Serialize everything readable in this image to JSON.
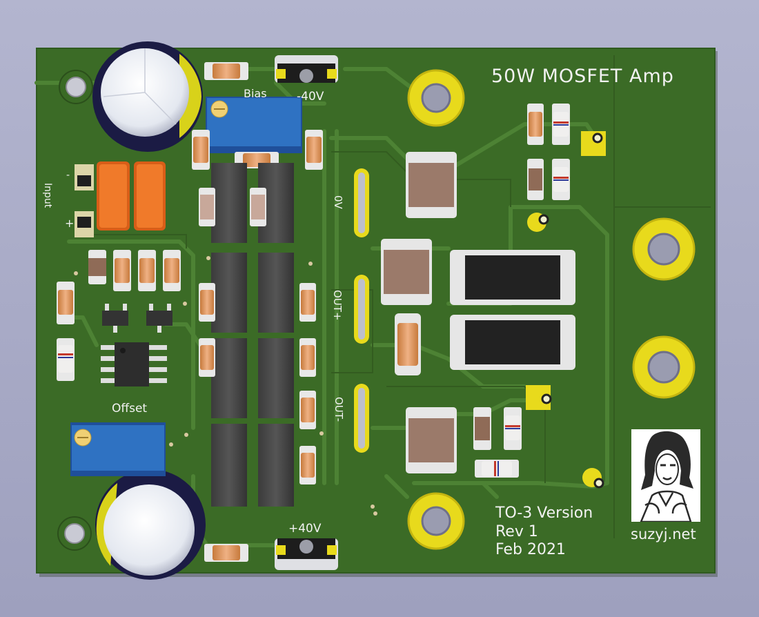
{
  "board": {
    "title": "50W MOSFET Amp",
    "version": "TO-3 Version",
    "revision": "Rev 1",
    "date": "Feb 2021",
    "website": "suzyj.net"
  },
  "labels": {
    "offset": "Offset",
    "bias": "Bias",
    "minus_rail": "-40V",
    "plus_rail": "+40V",
    "zero_v": "0V",
    "out_plus": "OUT+",
    "out_minus": "OUT-",
    "input": "Input",
    "input_minus": "-",
    "input_plus": "+"
  },
  "colors": {
    "background": "#a9abc8",
    "pcb": "#3a6a25",
    "trace": "#467a2d",
    "silkscreen": "#f2f2f2",
    "pad_gold": "#e3d51a",
    "trimmer_blue": "#2f6fbf",
    "capacitor_navy": "#1e1e48",
    "film_cap_orange": "#ea6a1c"
  },
  "logo": {
    "icon": "portrait-logo-icon"
  }
}
